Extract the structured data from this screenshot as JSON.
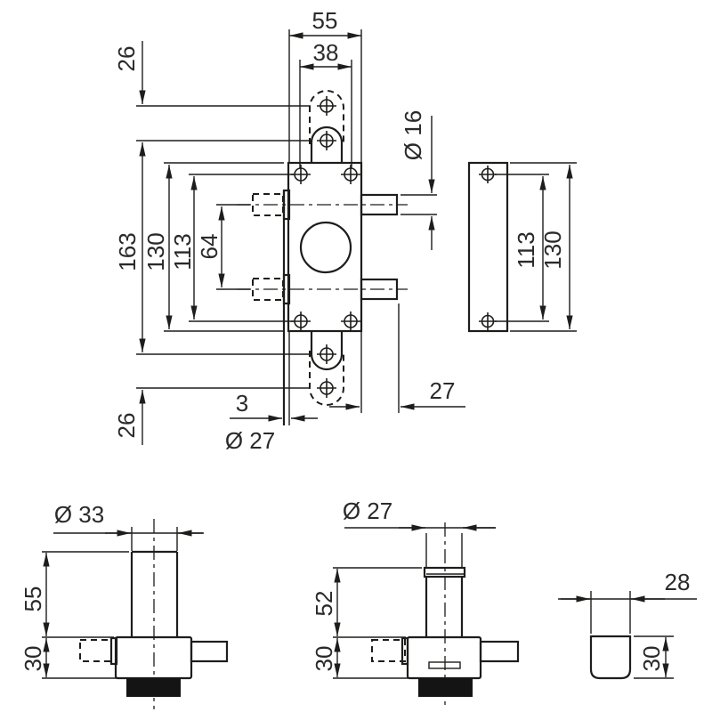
{
  "drawing": {
    "background": "#ffffff",
    "line_color": "#1d1d1b",
    "text_color": "#2a2a2a",
    "front_view": {
      "overall_width": "55",
      "hole_spacing_h": "38",
      "tab_hole_offset_top": "26",
      "overall_height": "163",
      "body_height": "130",
      "hole_spacing_v": "113",
      "bolt_spacing": "64",
      "bolt_diameter": "Ø 16",
      "bolt_throw": "27",
      "backplate_gap": "3",
      "cylinder_diameter": "Ø 27",
      "tab_hole_offset_bottom": "26"
    },
    "strike_plate_view": {
      "hole_spacing_v": "113",
      "height": "130"
    },
    "knob_side_view": {
      "knob_diameter": "Ø 33",
      "knob_height": "55",
      "body_depth": "30"
    },
    "cylinder_side_view": {
      "cylinder_diameter": "Ø 27",
      "cylinder_height": "52",
      "body_depth": "30"
    },
    "end_view": {
      "width": "28",
      "depth": "30"
    }
  }
}
